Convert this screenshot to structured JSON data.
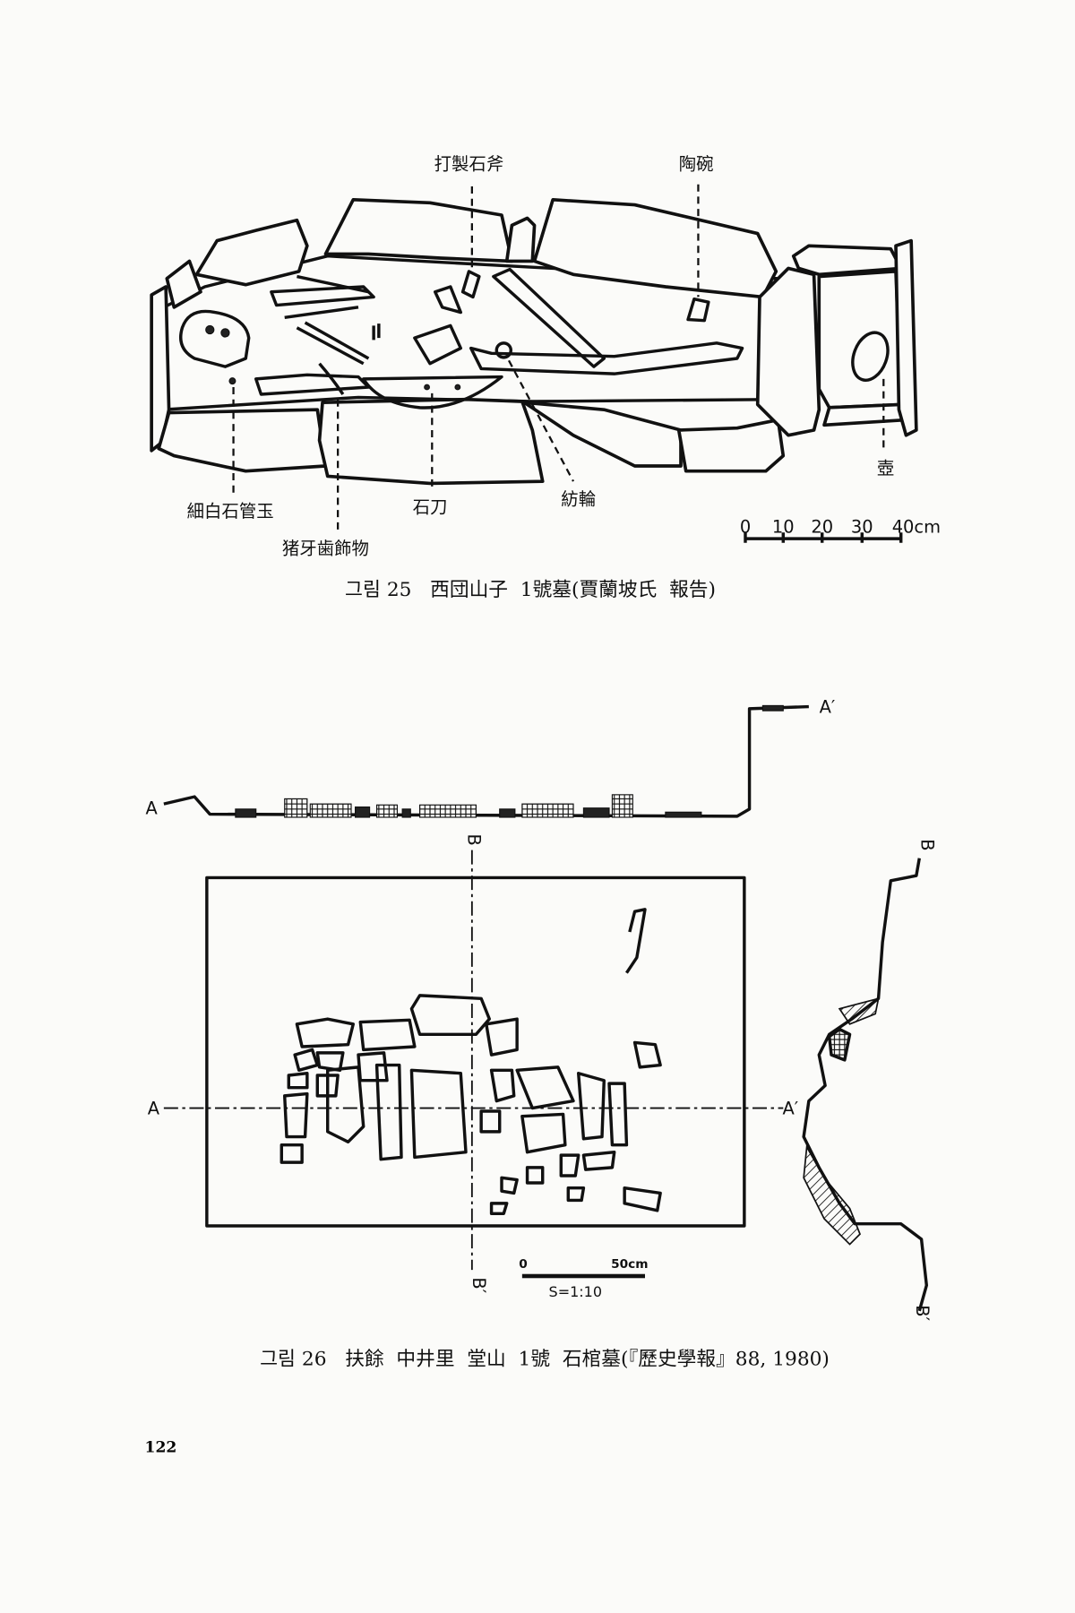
{
  "figure25": {
    "labels": {
      "chipped_axe": "打製石斧",
      "pottery_bowl": "陶碗",
      "tube_beads": "細白石管玉",
      "boar_tusk": "猪牙歯飾物",
      "stone_knife": "石刀",
      "spindle_whorl": "紡輪",
      "jar": "壺"
    },
    "scale": {
      "ticks": [
        "0",
        "10",
        "20",
        "30",
        "40cm"
      ]
    },
    "caption": "그림 25   西団山子  1號墓(賈蘭坡氏  報告)"
  },
  "figure26": {
    "section_labels": {
      "a": "A",
      "a_prime": "A′",
      "b": "B",
      "b_prime": "B′"
    },
    "scale": {
      "zero": "0",
      "end": "50cm",
      "ratio": "S=1:10"
    },
    "caption": "그림 26   扶餘  中井里  堂山  1號  石棺墓(『歷史學報』88, 1980)"
  },
  "page_number": "122"
}
